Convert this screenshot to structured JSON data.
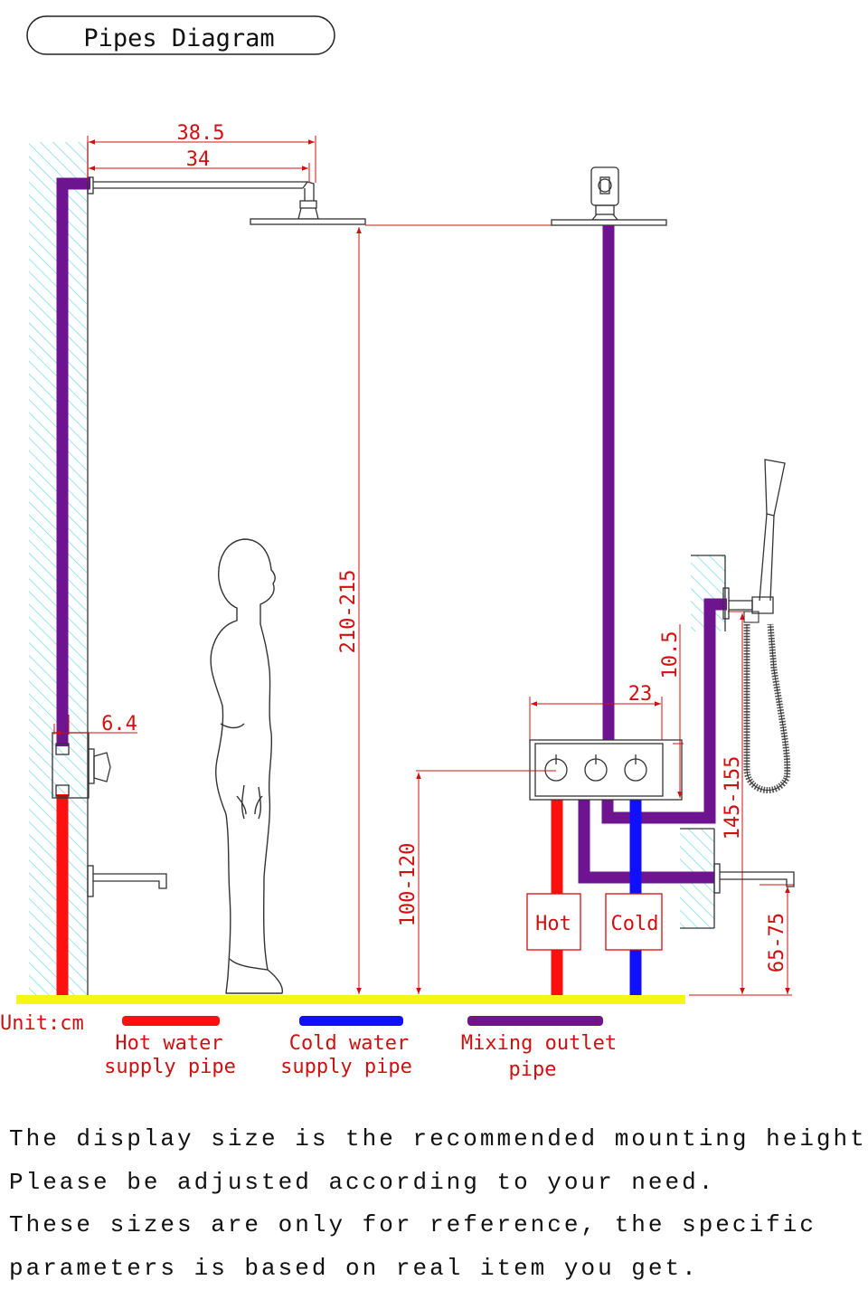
{
  "title": "Pipes Diagram",
  "unit_label": "Unit:cm",
  "dimensions": {
    "arm_outer": "38.5",
    "arm_inner": "34",
    "head_height": "210-215",
    "wall_offset": "6.4",
    "valve_width": "23",
    "holder_offset": "10.5",
    "valve_height": "100-120",
    "holder_height": "145-155",
    "spout_height": "65-75"
  },
  "valve_labels": {
    "hot": "Hot",
    "cold": "Cold"
  },
  "legend": [
    {
      "line1": "Hot water",
      "line2": "supply pipe",
      "color": "#ff1010"
    },
    {
      "line1": "Cold water",
      "line2": "supply pipe",
      "color": "#1010ff"
    },
    {
      "line1": "Mixing outlet",
      "line2": "pipe",
      "color": "#6e1490"
    }
  ],
  "colors": {
    "hot": "#ff1010",
    "cold": "#1010ff",
    "mix": "#6e1490",
    "floor": "#f5f51a",
    "wall_hatch": "#6fd8e8",
    "dimension": "#d01010"
  },
  "notes": [
    "The display size is the recommended mounting height.",
    "Please be adjusted according to your need.",
    "These sizes are only for reference, the specific",
    "parameters is based on real item you get."
  ]
}
